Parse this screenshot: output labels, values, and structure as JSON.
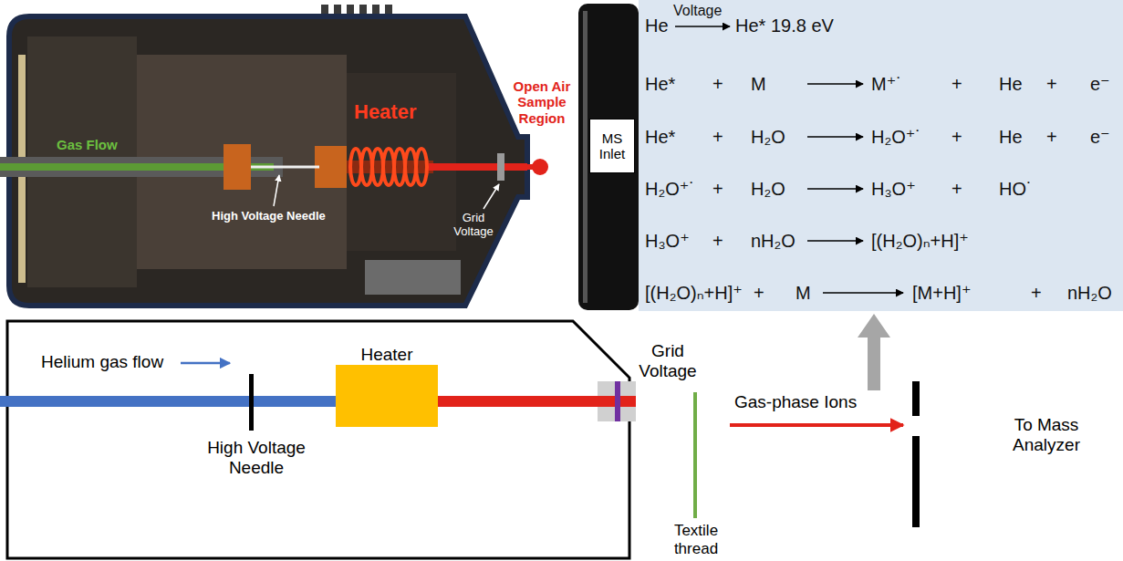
{
  "diagram": {
    "nodes": [
      {
        "text": [
          "MS Inlet"
        ]
      },
      {
        "text": [
          "He",
          "Voltage",
          "He* 19.8 eV",
          "He*",
          "+",
          "M",
          "M⁺˙",
          "+",
          "He",
          "+",
          "e⁻",
          "He*",
          "+",
          "H₂O",
          "H₂O⁺˙",
          "+",
          "He",
          "+",
          "e⁻",
          "H₂O⁺˙",
          "+",
          "H₂O",
          "H₃O⁺",
          "+",
          "HO˙",
          "H₃O⁺",
          "+",
          "nH₂O",
          "[(H₂O)ₙ+H]⁺",
          "[(H₂O)ₙ+H]⁺",
          "+",
          "M",
          "[M+H]⁺",
          "+",
          "nH₂O"
        ]
      },
      {
        "text": [
          "Heater"
        ]
      }
    ],
    "labels": [
      "Gas Flow",
      "High Voltage Needle",
      "Heater",
      "Grid Voltage",
      "Open Air Sample Region",
      "Helium gas flow",
      "High Voltage Needle",
      "Grid Voltage",
      "Textile thread",
      "Gas-phase Ions",
      "To Mass Analyzer"
    ]
  }
}
